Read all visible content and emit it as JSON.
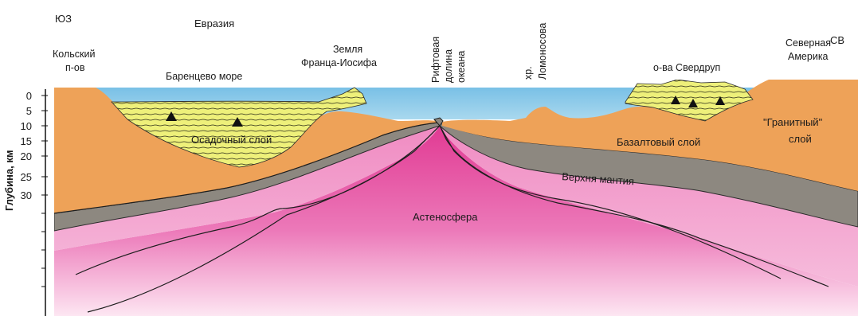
{
  "directions": {
    "left": "ЮЗ",
    "right": "СВ"
  },
  "continent": "Евразия",
  "places": {
    "kola": [
      "Кольский",
      "п-ов"
    ],
    "barents": "Баренцево море",
    "franz_josef": [
      "Земля",
      "Франца-Иосифа"
    ],
    "rift": [
      "Рифтовая",
      "долина",
      "океана"
    ],
    "lomonosov": [
      "хр.",
      "Ломоносова"
    ],
    "sverdrup": "о-ва Свердруп",
    "north_america": [
      "Северная",
      "Америка"
    ]
  },
  "layers": {
    "sedimentary": "Осадочный слой",
    "basalt": "Базалтовый слой",
    "granite": [
      "\"Гранитный\"",
      "слой"
    ],
    "upper_mantle": "Верхня мантия",
    "asthenosphere": "Астеносфера"
  },
  "depth_axis": {
    "title": "Глубина, км",
    "ticks": [
      "0",
      "5",
      "10",
      "15",
      "20",
      "25",
      "30"
    ]
  },
  "colors": {
    "water": "#8ec9e8",
    "sediment": "#eef07a",
    "granite": "#f0a455",
    "basalt": "#8f8a80",
    "mantle": "#e6409a",
    "mantle_light": "#f4b8da"
  }
}
